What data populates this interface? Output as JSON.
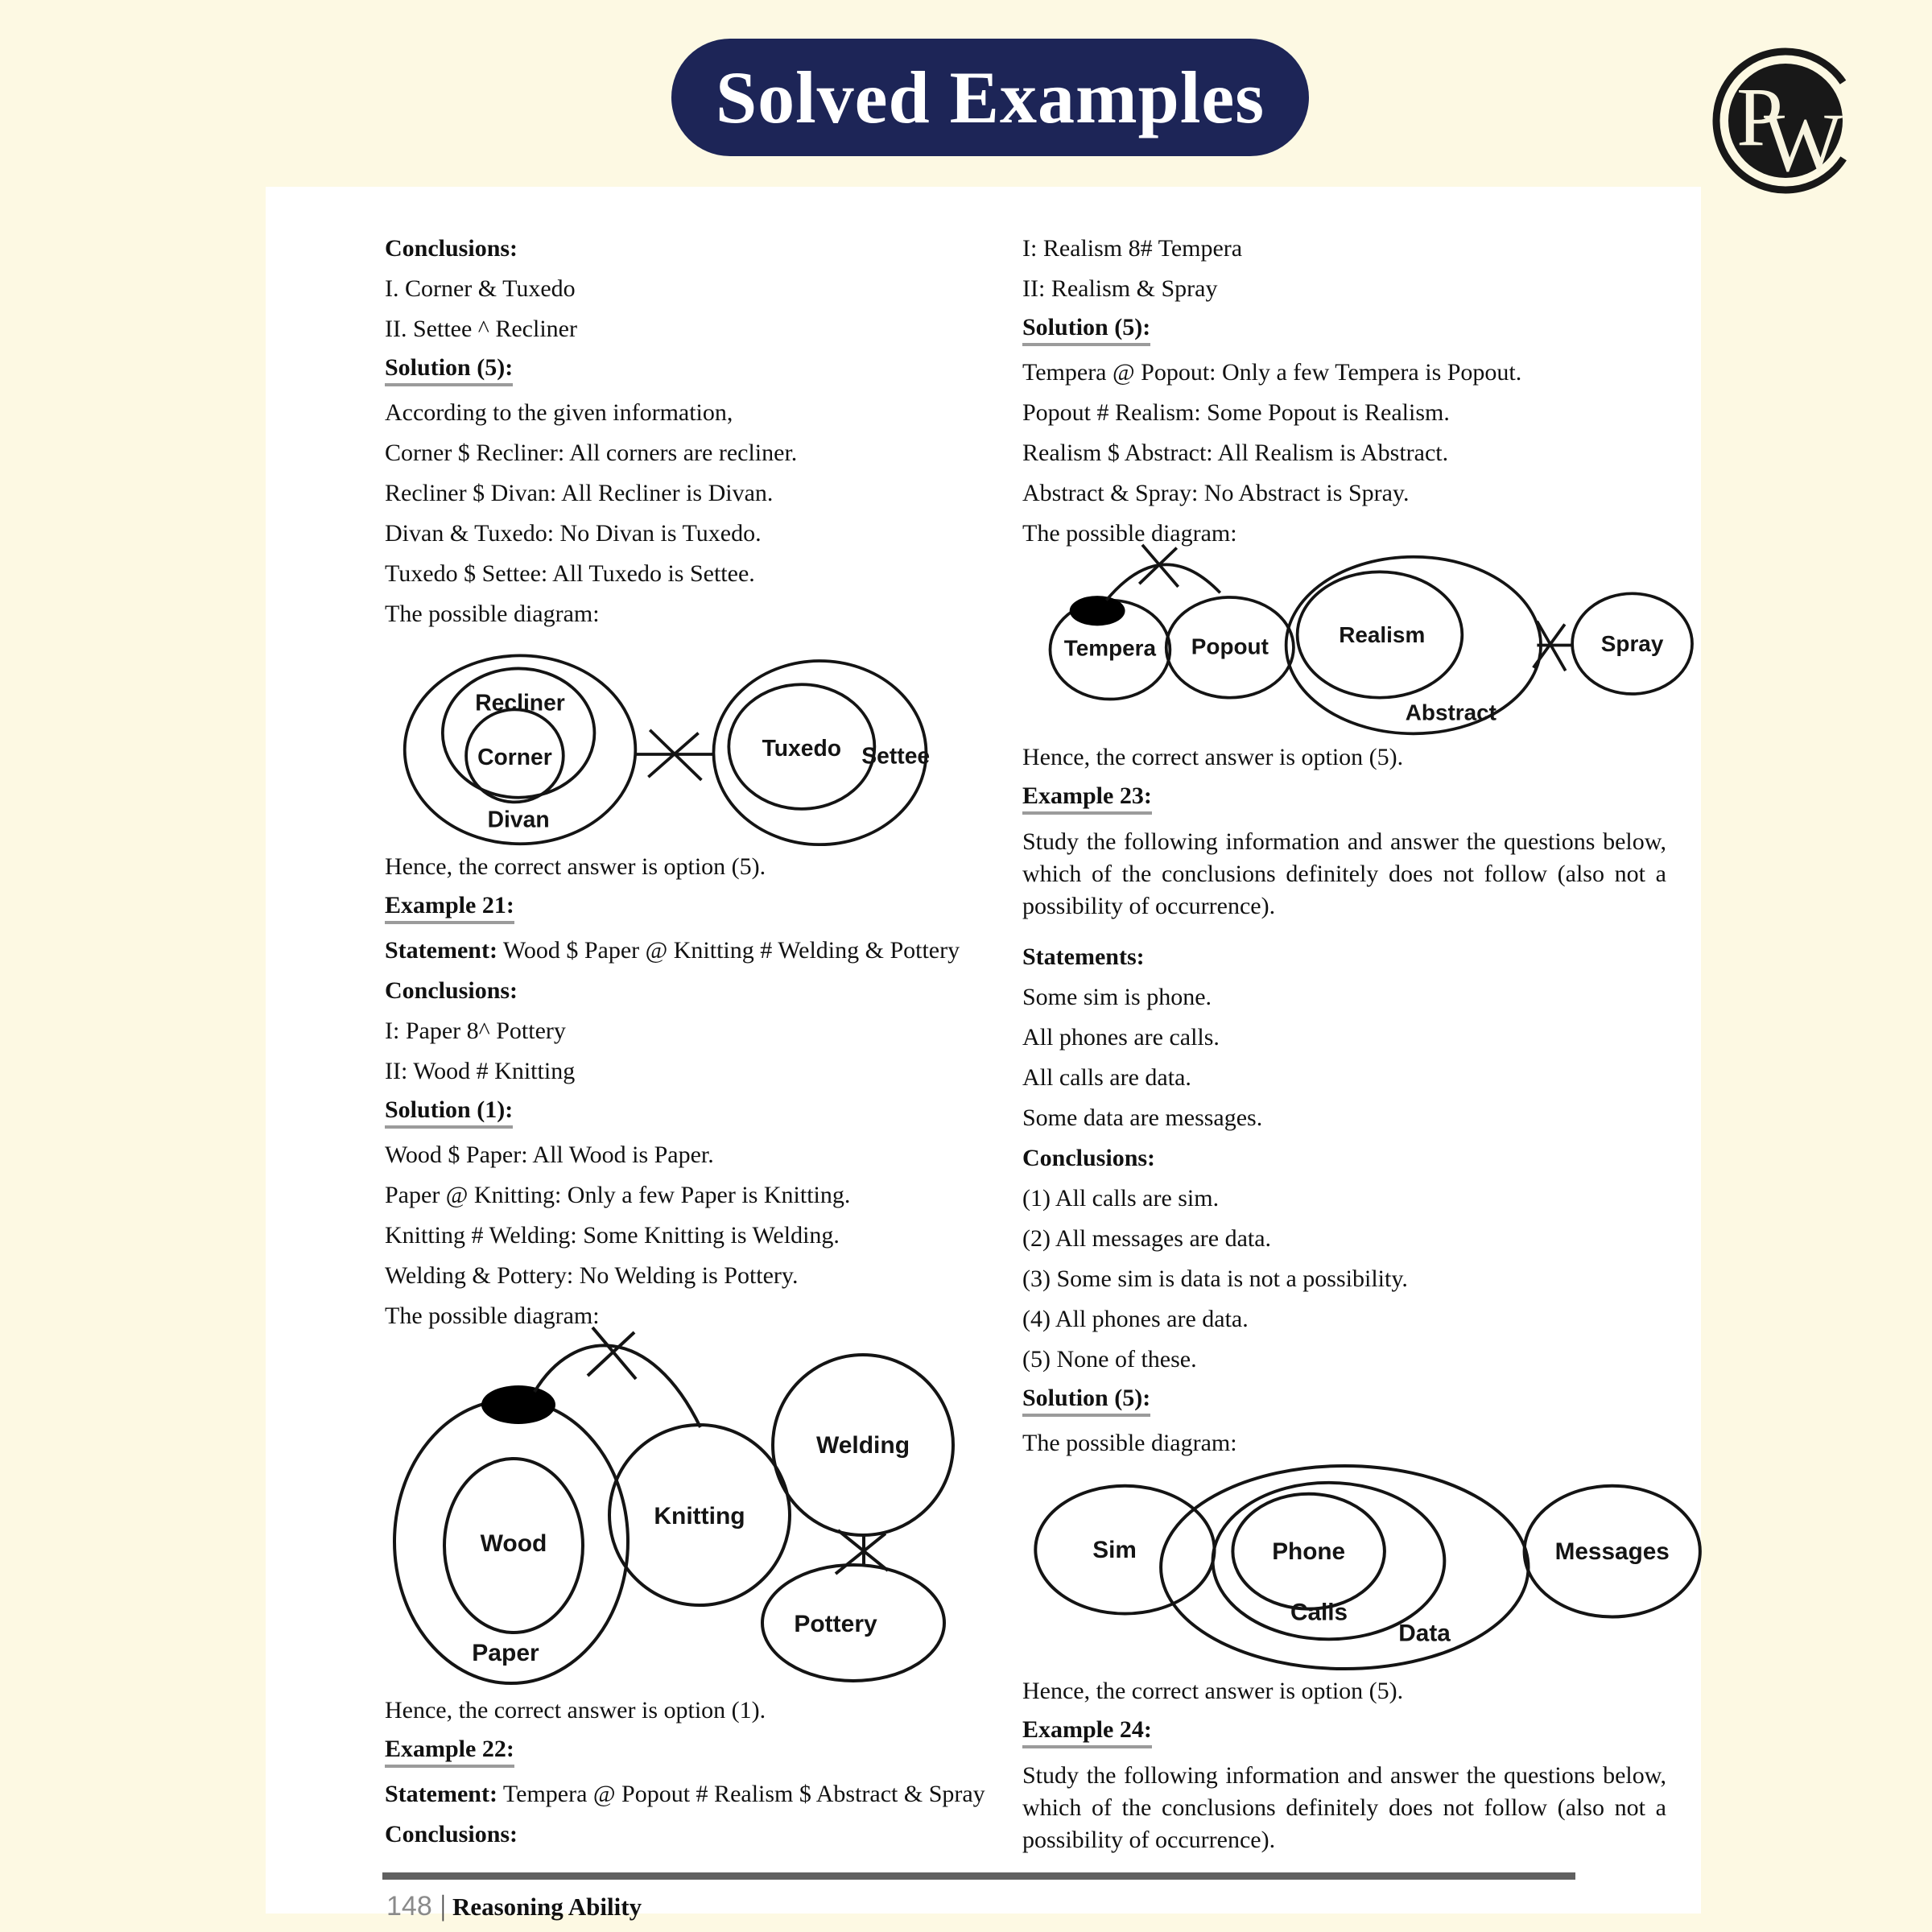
{
  "header": {
    "title": "Solved Examples",
    "logo_p": "P",
    "logo_w": "W"
  },
  "footer": {
    "page_number": "148",
    "divider": "|",
    "section": "Reasoning Ability"
  },
  "left": {
    "conclusions_a": "Conclusions:",
    "conc_a_1": "I. Corner & Tuxedo",
    "conc_a_2": "II. Settee ^ Recliner",
    "solution_a": "Solution (5):",
    "according": "According to the given information,",
    "steps_a": [
      "Corner $ Recliner: All corners are recliner.",
      "Recliner $ Divan: All Recliner is Divan.",
      "Divan & Tuxedo: No Divan is Tuxedo.",
      "Tuxedo $ Settee: All Tuxedo is Settee."
    ],
    "possible_a": "The possible diagram:",
    "hence_a": "Hence, the correct answer is option (5).",
    "example_b": "Example 21:",
    "statement_label": "Statement:",
    "statement_b": " Wood $ Paper @ Knitting # Welding & Pottery",
    "conclusions_b": "Conclusions:",
    "conc_b_1": "I: Paper 8^ Pottery",
    "conc_b_2": "II: Wood # Knitting",
    "solution_b": "Solution (1):",
    "steps_b": [
      "Wood $ Paper: All Wood is Paper.",
      "Paper @ Knitting: Only a few Paper is Knitting.",
      "Knitting # Welding: Some Knitting is Welding.",
      "Welding & Pottery: No Welding is Pottery."
    ],
    "possible_b": "The possible diagram:",
    "hence_b": "Hence, the correct answer is option (1).",
    "example_c": "Example 22:",
    "statement_c": " Tempera @ Popout # Realism $ Abstract & Spray",
    "conclusions_c": "Conclusions:"
  },
  "right": {
    "conc_a_1": "I: Realism 8# Tempera",
    "conc_a_2": "II: Realism & Spray",
    "solution_a": "Solution (5):",
    "steps_a": [
      "Tempera @ Popout: Only a few Tempera is Popout.",
      "Popout # Realism: Some Popout is Realism.",
      "Realism $ Abstract: All Realism is Abstract.",
      "Abstract & Spray: No Abstract is Spray."
    ],
    "possible_a": "The possible diagram:",
    "hence_a": "Hence, the correct answer is option (5).",
    "example_b": "Example 23:",
    "study_b": "Study the following information and answer the questions below, which of the conclusions definitely does not follow (also not a possibility of occurrence).",
    "statements_label": "Statements:",
    "statements": [
      "Some sim is phone.",
      "All phones are calls.",
      "All calls are data.",
      "Some data are messages."
    ],
    "conclusions_label": "Conclusions:",
    "options": [
      "(1) All calls are sim.",
      "(2) All messages are data.",
      "(3) Some sim is data is not a possibility.",
      "(4) All phones are data.",
      "(5) None of these."
    ],
    "solution_b": "Solution (5):",
    "possible_b": "The possible diagram:",
    "hence_b": "Hence, the correct answer is option (5).",
    "example_c": "Example 24:",
    "study_c": "Study the following information and answer the questions below, which of the conclusions definitely does not follow (also not a possibility of occurrence)."
  },
  "diagrams": {
    "d1": {
      "recliner": "Recliner",
      "corner": "Corner",
      "divan": "Divan",
      "tuxedo": "Tuxedo",
      "settee": "Settee"
    },
    "d2": {
      "wood": "Wood",
      "paper": "Paper",
      "knitting": "Knitting",
      "welding": "Welding",
      "pottery": "Pottery"
    },
    "d3": {
      "tempera": "Tempera",
      "popout": "Popout",
      "realism": "Realism",
      "abstract": "Abstract",
      "spray": "Spray"
    },
    "d4": {
      "sim": "Sim",
      "phone": "Phone",
      "calls": "Calls",
      "data": "Data",
      "messages": "Messages"
    }
  }
}
